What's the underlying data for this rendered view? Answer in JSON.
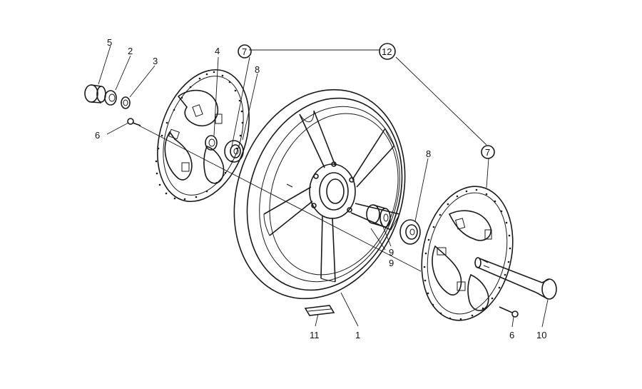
{
  "diagram": {
    "callouts": [
      "5",
      "2",
      "3",
      "4",
      "7",
      "12",
      "8",
      "6",
      "8",
      "7",
      "9",
      "9",
      "11",
      "1",
      "6",
      "10"
    ]
  }
}
